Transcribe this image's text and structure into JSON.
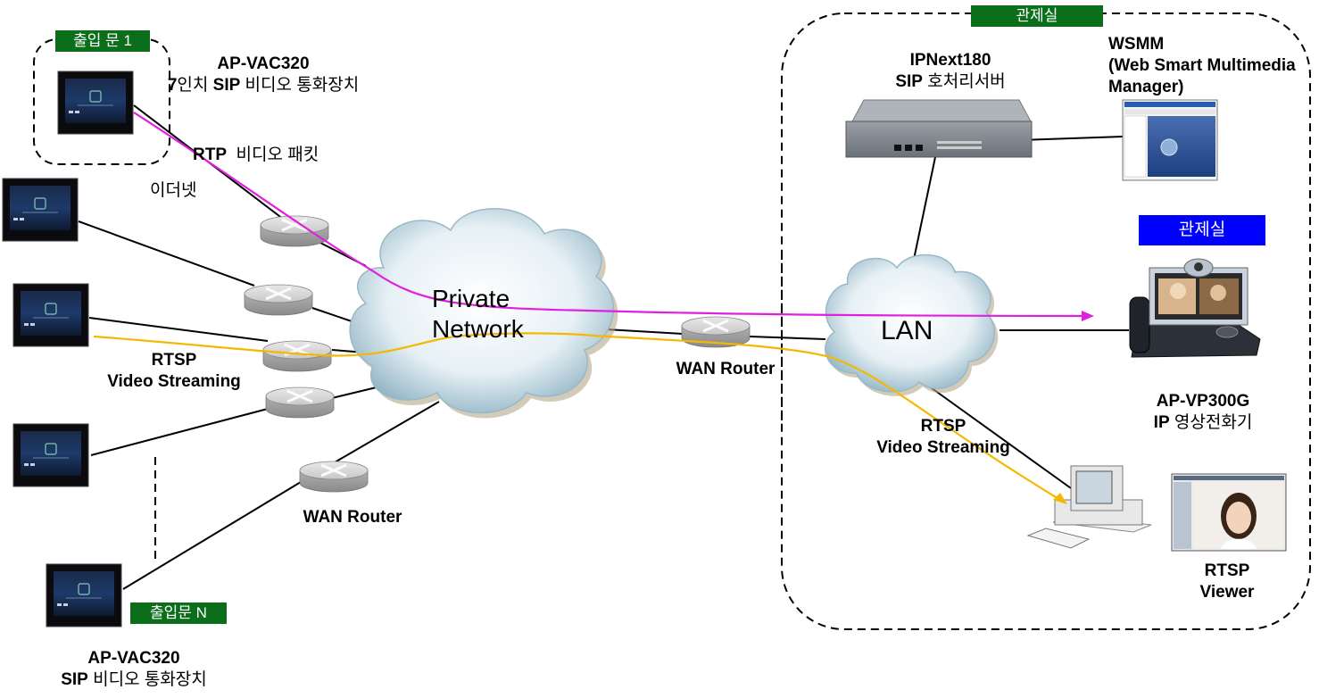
{
  "diagram": {
    "zones": {
      "entrance_1_tag": "출입 문 1",
      "entrance_n_tag": "출입문 N",
      "control_room_tag": "관제실",
      "control_room_blue_tag": "관제실"
    },
    "devices": {
      "vac320_top": {
        "model": "AP-VAC320",
        "desc_bold": "7",
        "desc_rest": "인치 ",
        "desc_bold2": "SIP",
        "desc_tail": " 비디오 통화장치"
      },
      "vac320_bottom": {
        "model": "AP-VAC320",
        "desc_bold": "SIP",
        "desc_tail": " 비디오 통화장치"
      },
      "ipnext": {
        "model": "IPNext180",
        "desc_bold": "SIP",
        "desc_tail": " 호처리서버"
      },
      "wsmm": {
        "line1": "WSMM",
        "line2": "(Web Smart Multimedia",
        "line3": "Manager)"
      },
      "vp300g": {
        "model": "AP-VP300G",
        "desc_bold": "IP",
        "desc_tail": " 영상전화기"
      },
      "rtsp_viewer": {
        "line1": "RTSP",
        "line2": "Viewer"
      }
    },
    "links": {
      "rtp_label_bold": "RTP",
      "rtp_label_rest": "  비디오 패킷",
      "ethernet_label": "이더넷",
      "rtsp_left_line1": "RTSP",
      "rtsp_left_line2": "Video Streaming",
      "rtsp_right_line1": "RTSP",
      "rtsp_right_line2": "Video Streaming",
      "wan_router_bottom": "WAN Router",
      "wan_router_middle": "WAN Router"
    },
    "clouds": {
      "private_line1": "Private",
      "private_line2": "Network",
      "lan": "LAN"
    },
    "colors": {
      "rtp_path": "#e020e0",
      "rtsp_path": "#f5b800",
      "tag_green": "#0a6e1a",
      "tag_blue": "#0000ff"
    }
  }
}
